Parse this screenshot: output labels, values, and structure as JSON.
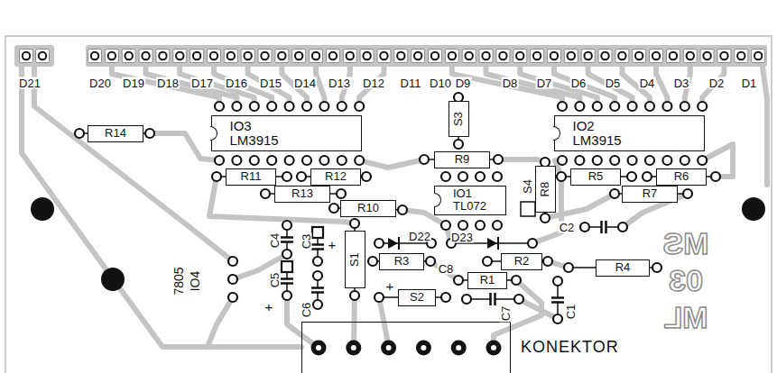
{
  "diagram": {
    "nodes": [
      {
        "text": [
          "IO3",
          "LM3915"
        ]
      },
      {
        "text": [
          "S3"
        ]
      },
      {
        "text": [
          "IO2",
          "LM3915"
        ]
      },
      {
        "text": [
          "R14"
        ]
      },
      {
        "text": [
          "R9"
        ]
      },
      {
        "text": [
          "R8"
        ]
      },
      {
        "text": [
          "R11"
        ]
      },
      {
        "text": [
          "R12"
        ]
      },
      {
        "text": [
          "R5"
        ]
      },
      {
        "text": [
          "R6"
        ]
      },
      {
        "text": [
          "R13"
        ]
      },
      {
        "text": [
          "R7"
        ]
      },
      {
        "text": [
          "IO1",
          "TL072"
        ]
      },
      {
        "text": [
          "R10"
        ]
      },
      {
        "text": [
          "S1"
        ]
      },
      {
        "text": [
          "R3"
        ]
      },
      {
        "text": [
          "R2"
        ]
      },
      {
        "text": [
          "R4"
        ]
      },
      {
        "text": [
          "R1"
        ]
      },
      {
        "text": [
          "S2"
        ]
      },
      {
        "text": [
          "KONEKTOR"
        ]
      }
    ],
    "labels": [
      "D21",
      "D20",
      "D19",
      "D18",
      "D17",
      "D16",
      "D15",
      "D14",
      "D13",
      "D12",
      "D11",
      "D10",
      "D9",
      "D8",
      "D7",
      "D6",
      "D5",
      "D4",
      "D3",
      "D2",
      "D1",
      "S4",
      "C4",
      "C3",
      "+",
      "D22",
      "D23",
      "C2",
      "C8",
      "+",
      "C5",
      "+",
      "C6",
      "C7",
      "C1",
      "7805",
      "IO4",
      "MS",
      "03",
      "ML"
    ]
  }
}
